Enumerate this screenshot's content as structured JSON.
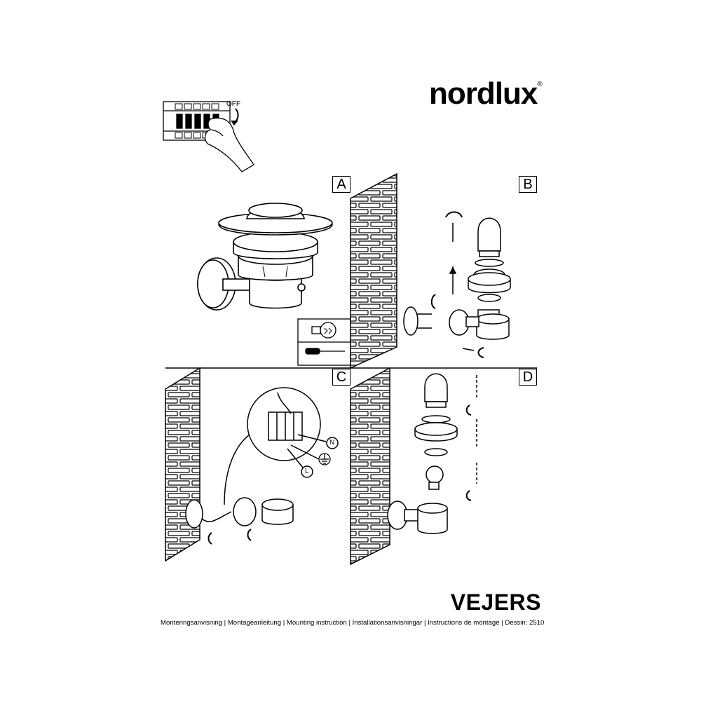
{
  "brand": {
    "name": "nordlux",
    "reg": "®"
  },
  "product": {
    "name": "VEJERS"
  },
  "subtitle": "Monteringsanvisning | Montageanleitung | Mounting instruction | Installationsanvisningar | Instructions de montage | Dessin: 2510",
  "power_step": {
    "label": "OFF"
  },
  "panels": [
    {
      "id": "A"
    },
    {
      "id": "B"
    },
    {
      "id": "C"
    },
    {
      "id": "D"
    }
  ],
  "wiring_labels": {
    "neutral": "N",
    "live": "L"
  },
  "icons": [
    "bulb-icon",
    "screwdriver-icon",
    "earth-ground-icon",
    "breaker-switch-icon",
    "hand-icon"
  ]
}
